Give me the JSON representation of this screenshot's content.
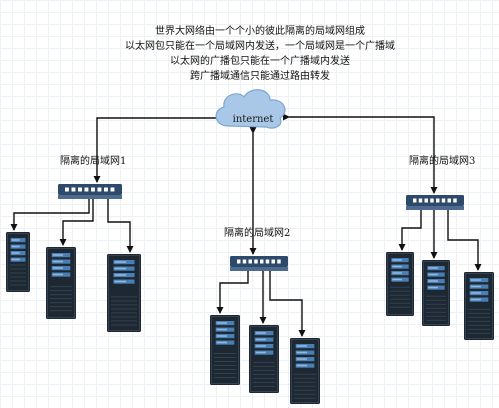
{
  "note": {
    "lines": [
      "世界大网络由一个个小的彼此隔离的局域网组成",
      "以太网包只能在一个局域网内发送，一个局域网是一个广播域",
      "以太网的广播包只能在一个广播域内发送",
      "跨广播域通信只能通过路由转发"
    ]
  },
  "cloud": {
    "label": "internet"
  },
  "lans": [
    {
      "label": "隔离的局域网1"
    },
    {
      "label": "隔离的局域网2"
    },
    {
      "label": "隔离的局域网3"
    }
  ],
  "colors": {
    "cloud_fill": "#a9c7e6",
    "cloud_stroke": "#7ea6cf",
    "switch_body": "#2e4a6b",
    "switch_port": "#ffffff",
    "server_body": "#1e2833",
    "server_panel": "#4a7fb5",
    "arrow": "#111111"
  }
}
